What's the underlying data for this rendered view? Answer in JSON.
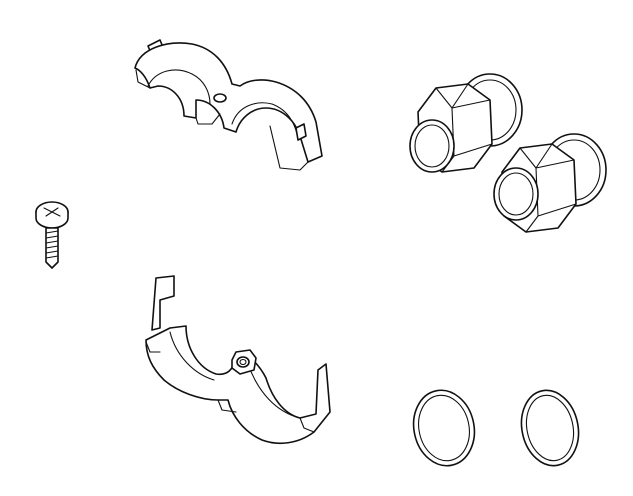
{
  "diagram": {
    "parts": [
      {
        "part": "upper-clamp-half"
      },
      {
        "part": "lower-clamp-half"
      },
      {
        "part": "mounting-screw"
      },
      {
        "part": "adapter-nut-left"
      },
      {
        "part": "adapter-nut-right"
      },
      {
        "part": "o-ring-left"
      },
      {
        "part": "o-ring-right"
      }
    ],
    "colors": {
      "line": "#111111",
      "background": "#ffffff",
      "shade": "#d8d8d8"
    }
  }
}
